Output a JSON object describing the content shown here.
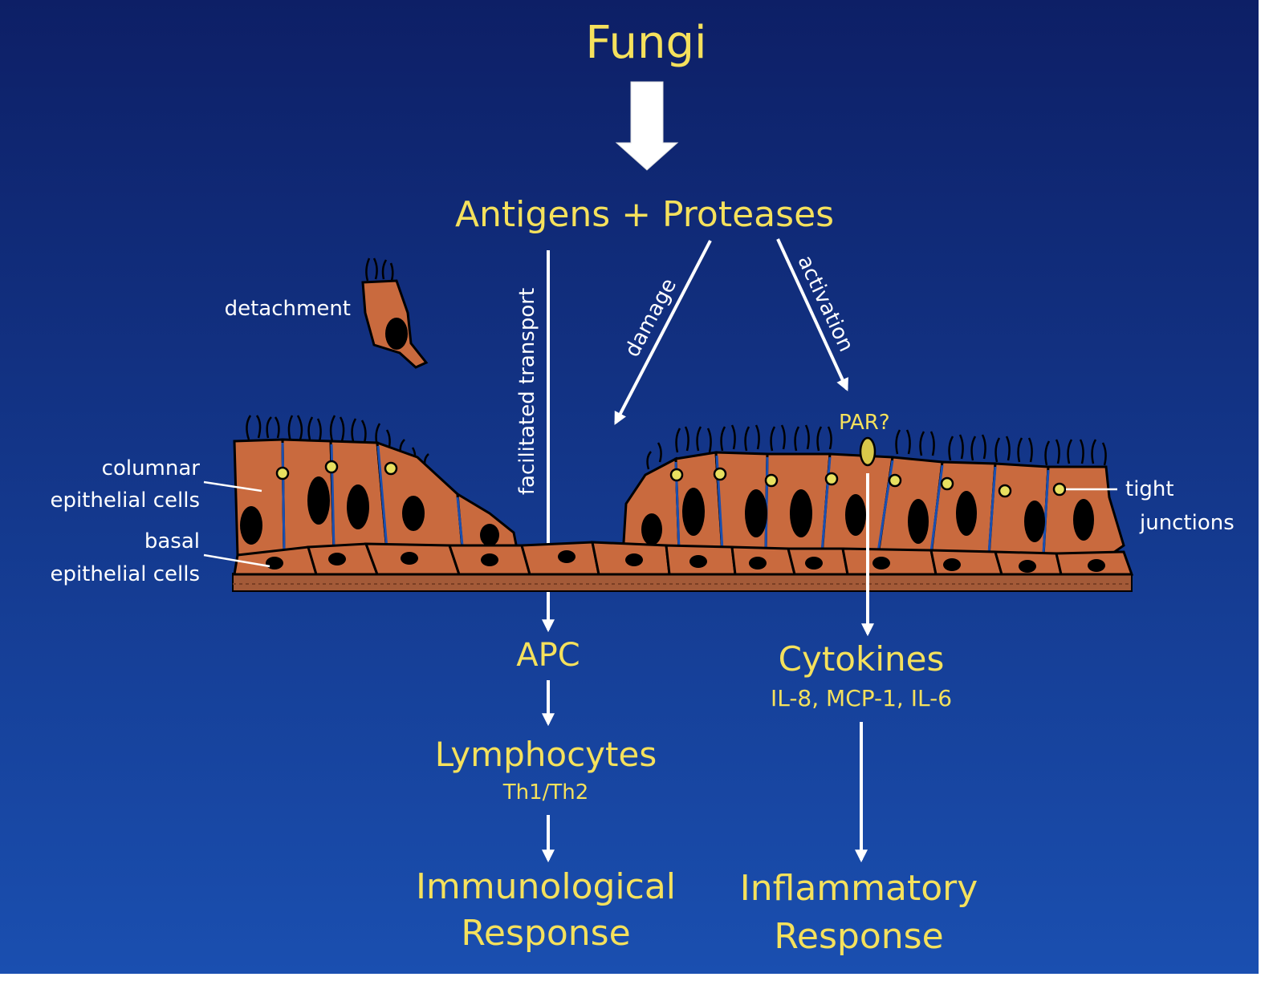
{
  "colors": {
    "background_top": "#0d1f66",
    "background_bottom": "#1a4fb0",
    "title_text": "#f5e15c",
    "label_text": "#ffffff",
    "cell_fill": "#c96a3e",
    "nucleus": "#000000",
    "membrane": "#1a4fb0",
    "junction": "#e8e060"
  },
  "title": "Fungi",
  "source": "Antigens + Proteases",
  "arrows": {
    "transport": "facilitated transport",
    "damage": "damage",
    "activation": "activation"
  },
  "labels": {
    "detachment": "detachment",
    "columnar_line1": "columnar",
    "columnar_line2": "epithelial cells",
    "basal_line1": "basal",
    "basal_line2": "epithelial cells",
    "tight_line1": "tight",
    "tight_line2": "junctions",
    "par": "PAR?"
  },
  "left_pathway": {
    "apc": "APC",
    "lymphocytes": "Lymphocytes",
    "lymph_sub": "Th1/Th2",
    "response_line1": "Immunological",
    "response_line2": "Response"
  },
  "right_pathway": {
    "cytokines": "Cytokines",
    "cytokines_sub": "IL-8, MCP-1, IL-6",
    "response_line1": "Inflammatory",
    "response_line2": "Response"
  }
}
